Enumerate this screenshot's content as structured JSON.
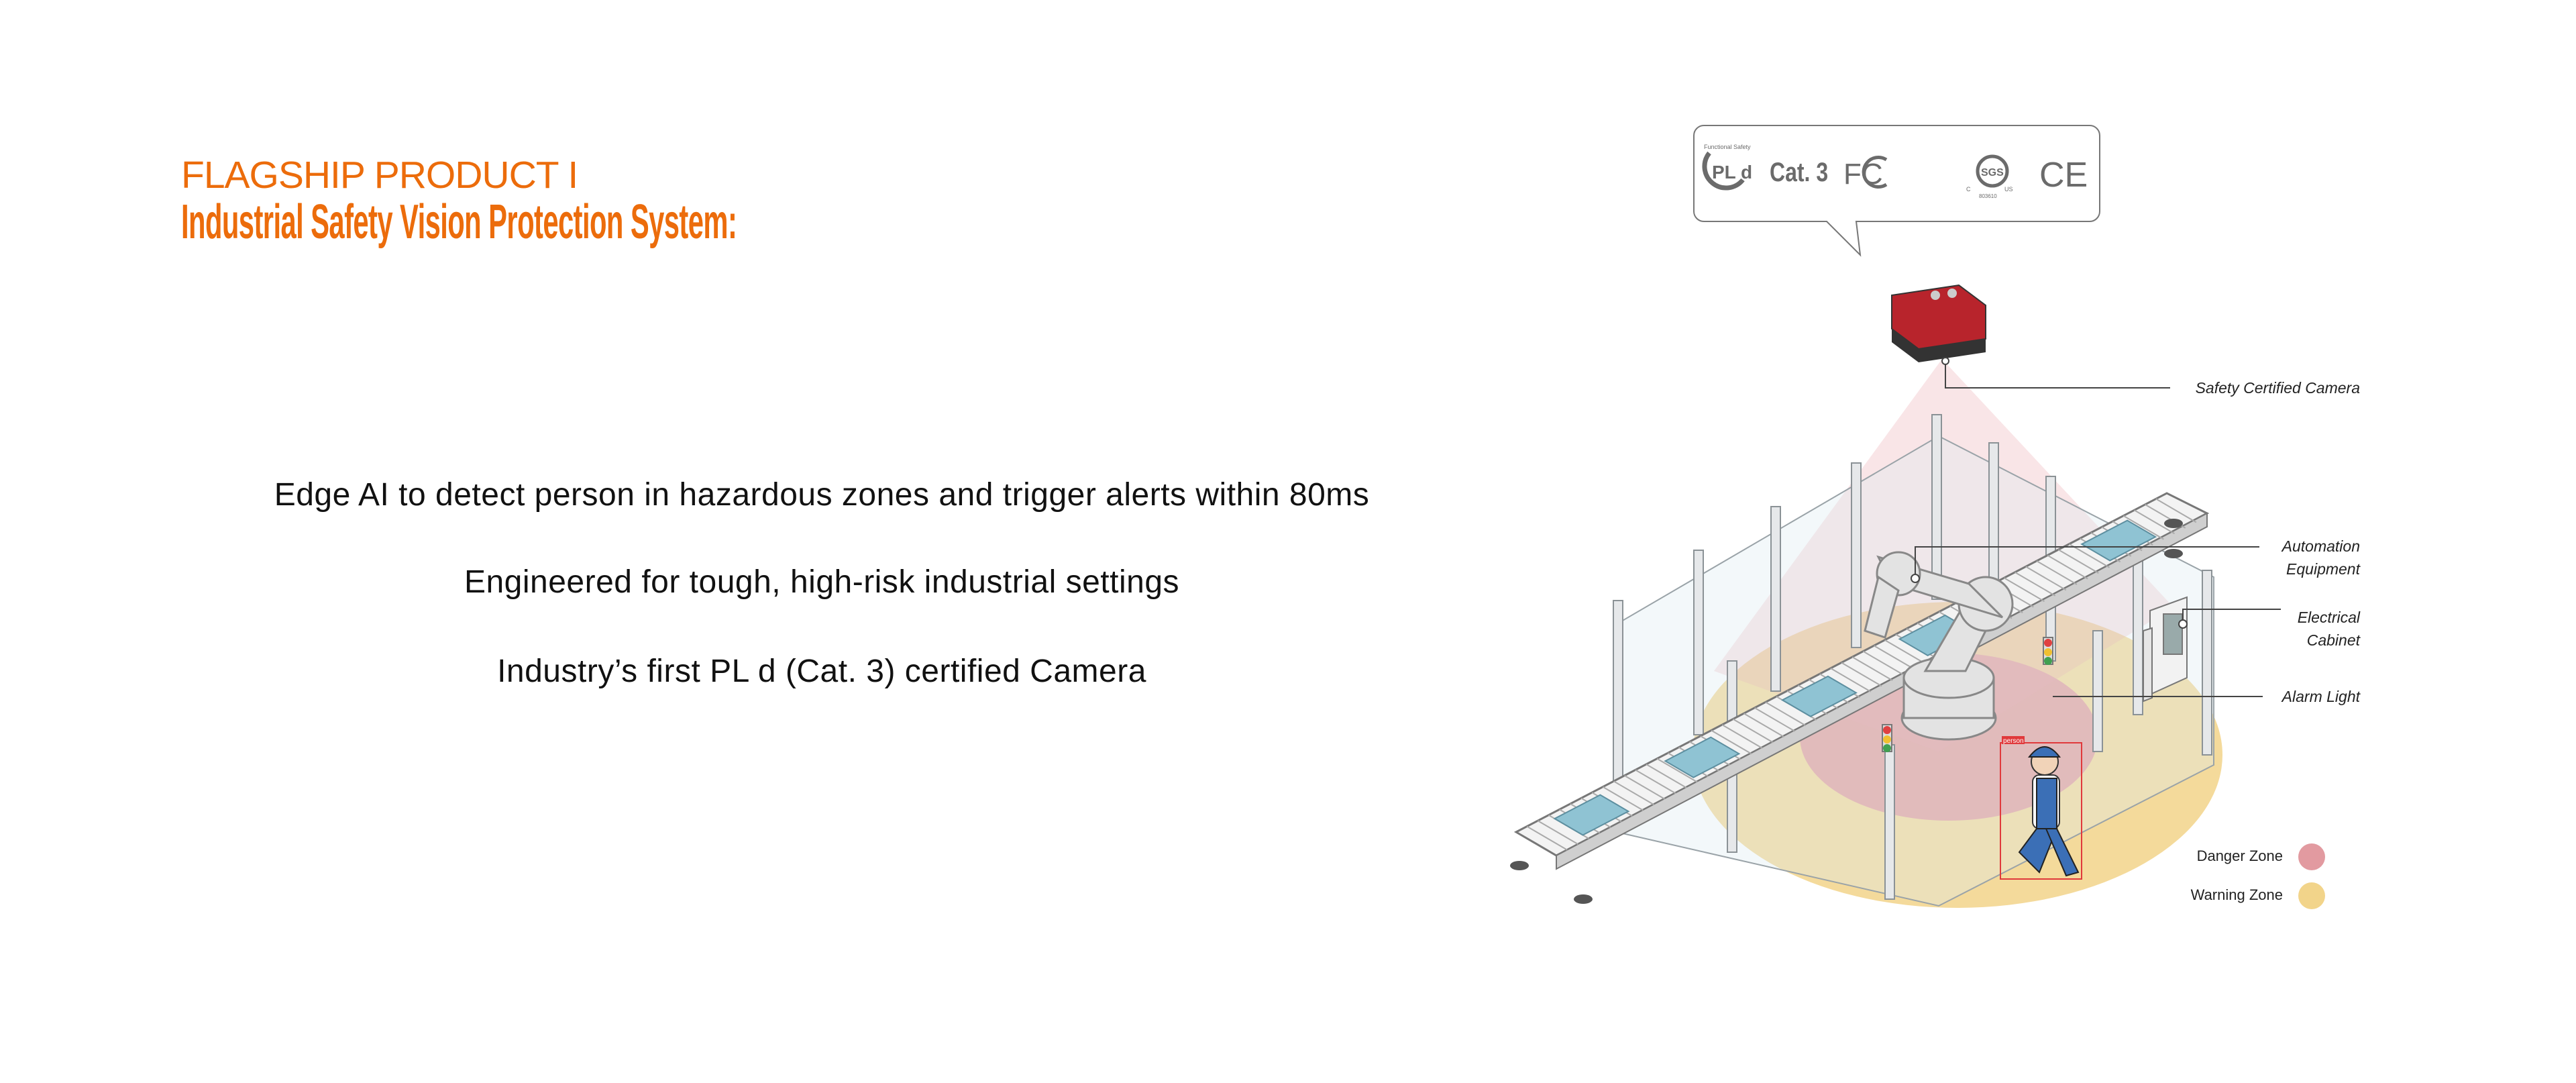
{
  "header": {
    "kicker": "FLAGSHIP PRODUCT I",
    "title": "Industrial Safety Vision Protection System:"
  },
  "features": [
    "Edge AI to detect person in hazardous zones and trigger alerts within 80ms",
    "Engineered for tough, high-risk industrial settings",
    "Industry’s first PL d (Cat. 3) certified Camera"
  ],
  "certifications": {
    "pl": "PL d",
    "pl_ring": "Functional Safety",
    "cat": "Cat. 3",
    "fcc": "FC",
    "sgs": "SGS",
    "sgs_c": "C",
    "sgs_us": "US",
    "sgs_num": "803610",
    "ce": "CE"
  },
  "callouts": {
    "camera": "Safety Certified Camera",
    "automation_1": "Automation",
    "automation_2": "Equipment",
    "cabinet_1": "Electrical",
    "cabinet_2": "Cabinet",
    "alarm": "Alarm Light"
  },
  "detection_label": "person",
  "legend": [
    {
      "label": "Danger Zone",
      "color": "#e29aa0"
    },
    {
      "label": "Warning Zone",
      "color": "#f2d48a"
    }
  ],
  "colors": {
    "accent": "#ec6c0b",
    "danger": "#e29aa0",
    "warning": "#f2d48a",
    "camera": "#b8242c"
  }
}
